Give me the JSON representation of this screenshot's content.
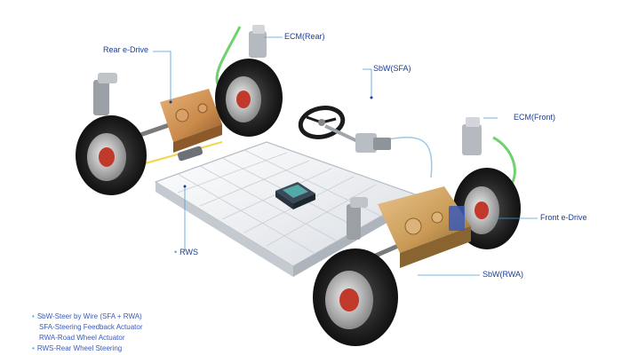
{
  "callouts": {
    "ecm_rear": "ECM(Rear)",
    "rear_edrive": "Rear e-Drive",
    "sbw_sfa": "SbW(SFA)",
    "ecm_front": "ECM(Front)",
    "front_edrive": "Front e-Drive",
    "rws": "RWS",
    "sbw_rwa": "SbW(RWA)"
  },
  "legend": {
    "line1": "SbW-Steer by Wire (SFA + RWA)",
    "line2": "SFA-Steering Feedback Actuator",
    "line3": "RWA-Road Wheel Actuator",
    "line4": "RWS-Rear Wheel Steering"
  },
  "colors": {
    "callout_text": "#1a3d9c",
    "leader_line": "#4a9fd8",
    "green_harness": "#6fd16f",
    "copper_drive": "#c98a4a",
    "bullet": "#3fa9e6"
  }
}
